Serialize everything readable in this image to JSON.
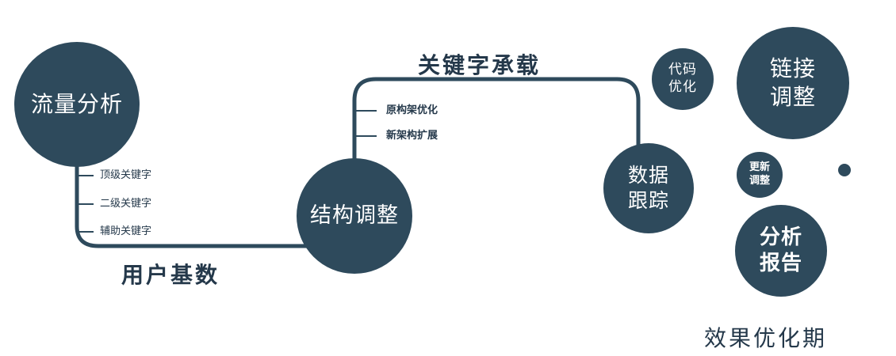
{
  "diagram": {
    "accent_color": "#2e4a5c",
    "text_color": "#24384a",
    "nodes": {
      "traffic_analysis": {
        "label": "流量分析"
      },
      "structure_adjustment": {
        "label": "结构调整"
      },
      "data_tracking": {
        "label": "数据\n跟踪"
      },
      "code_optimization": {
        "label": "代码\n优化"
      },
      "link_adjustment": {
        "label": "链接\n调整"
      },
      "update_adjustment": {
        "label": "更新\n调整"
      },
      "analysis_report": {
        "label": "分析\n报告"
      }
    },
    "edge_labels": {
      "user_base": "用户基数",
      "keyword_carry": "关键字承载"
    },
    "branches": {
      "traffic": [
        "顶级关键字",
        "二级关键字",
        "辅助关键字"
      ],
      "structure": [
        "原构架优化",
        "新架构扩展"
      ]
    },
    "caption": "效果优化期"
  }
}
